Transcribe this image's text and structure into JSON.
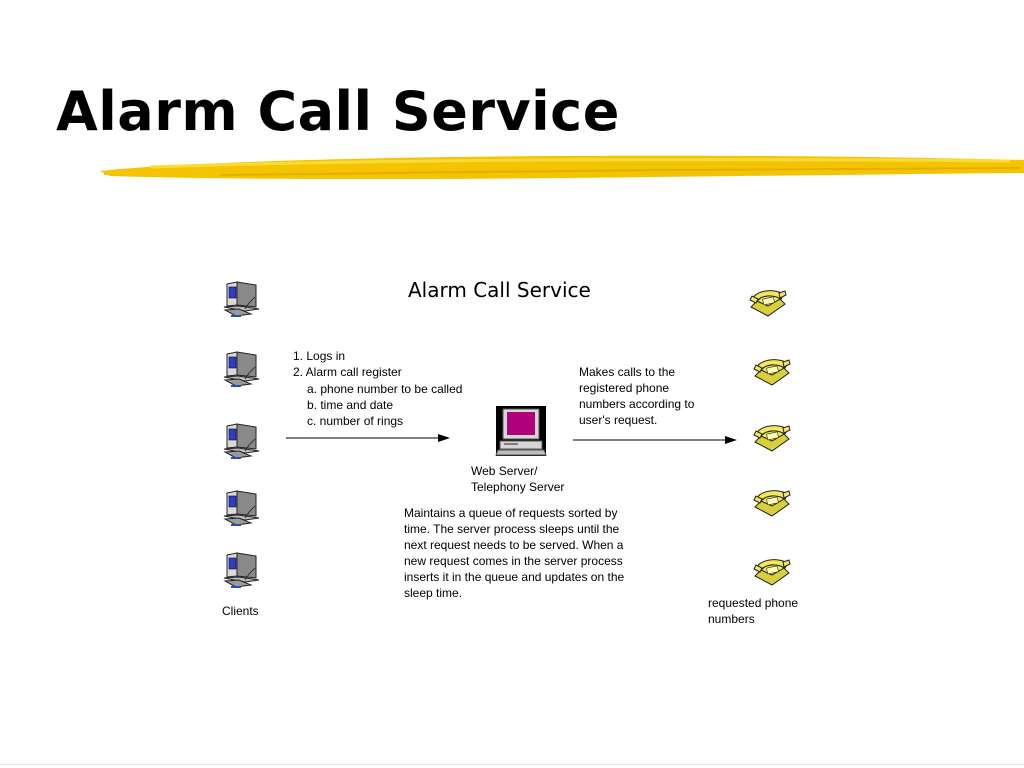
{
  "slide": {
    "title": "Alarm Call Service"
  },
  "diagram": {
    "title": "Alarm Call Service",
    "client_steps": [
      "1. Logs in",
      "2. Alarm call register",
      "a. phone number to be called",
      "b. time and date",
      "c. number of rings"
    ],
    "server_label": [
      "Web Server/",
      "Telephony Server"
    ],
    "server_actions": [
      "Makes calls to the",
      "registered phone",
      "numbers according to",
      "user's request."
    ],
    "queue_description": [
      "Maintains a queue of requests sorted by",
      "time.  The server process sleeps until the",
      "next request needs to be served. When a",
      "new request comes in the server process",
      "inserts it in the queue and updates on the",
      "sleep time."
    ],
    "clients_label": "Clients",
    "phones_label": [
      "requested phone",
      "numbers"
    ],
    "icons": {
      "client": "computer-icon",
      "phone": "telephone-icon",
      "server": "server-icon"
    },
    "colors": {
      "swoosh": "#f5c400",
      "phone_body": "#f2e85a",
      "server_screen": "#b0007a"
    }
  }
}
